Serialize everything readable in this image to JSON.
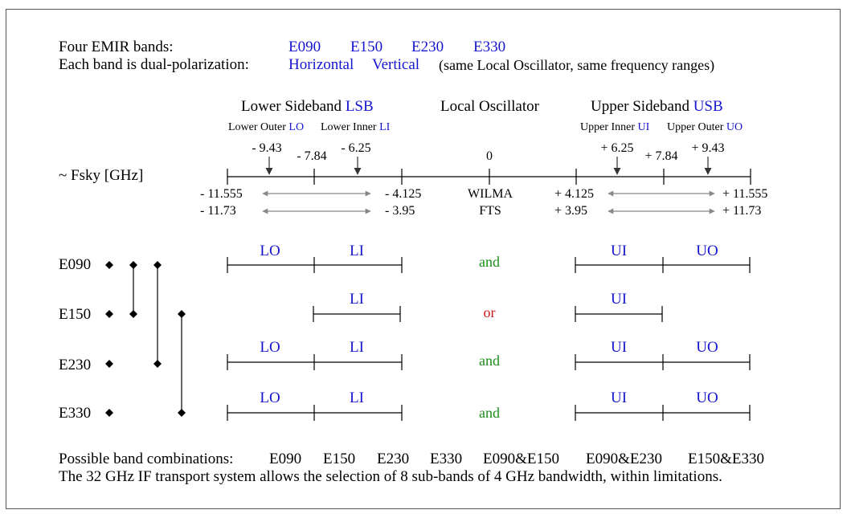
{
  "header": {
    "bands_label": "Four EMIR bands:",
    "bands": [
      "E090",
      "E150",
      "E230",
      "E330"
    ],
    "pol_label": "Each band is dual-polarization:",
    "pol_h": "Horizontal",
    "pol_v": "Vertical",
    "pol_note": "(same Local Oscillator, same frequency ranges)"
  },
  "axis": {
    "ylabel": "~ Fsky [GHz]",
    "lsb_title": "Lower Sideband",
    "lsb_abbr": "LSB",
    "lo_title": "Local Oscillator",
    "usb_title": "Upper Sideband",
    "usb_abbr": "USB",
    "lower_outer": "Lower Outer",
    "lower_outer_abbr": "LO",
    "lower_inner": "Lower Inner",
    "lower_inner_abbr": "LI",
    "upper_inner": "Upper Inner",
    "upper_inner_abbr": "UI",
    "upper_outer": "Upper Outer",
    "upper_outer_abbr": "UO",
    "tick_lo_center": "- 9.43",
    "tick_lsb_mid": "- 7.84",
    "tick_li_center": "- 6.25",
    "tick_zero": "0",
    "tick_ui_center": "+ 6.25",
    "tick_usb_mid": "+ 7.84",
    "tick_uo_center": "+ 9.43",
    "wilma_left_outer": "- 11.555",
    "wilma_left_inner": "- 4.125",
    "wilma_label": "WILMA",
    "wilma_right_inner": "+ 4.125",
    "wilma_right_outer": "+ 11.555",
    "fts_left_outer": "- 11.73",
    "fts_left_inner": "- 3.95",
    "fts_label": "FTS",
    "fts_right_inner": "+ 3.95",
    "fts_right_outer": "+ 11.73"
  },
  "bands_rows": [
    {
      "name": "E090",
      "left": [
        "LO",
        "LI"
      ],
      "connector": "and",
      "right": [
        "UI",
        "UO"
      ]
    },
    {
      "name": "E150",
      "left": [
        "LI"
      ],
      "connector": "or",
      "right": [
        "UI"
      ]
    },
    {
      "name": "E230",
      "left": [
        "LO",
        "LI"
      ],
      "connector": "and",
      "right": [
        "UI",
        "UO"
      ]
    },
    {
      "name": "E330",
      "left": [
        "LO",
        "LI"
      ],
      "connector": "and",
      "right": [
        "UI",
        "UO"
      ]
    }
  ],
  "colors": {
    "blue": "#1515d0",
    "green": "#1a8c1a",
    "red": "#d01a1a"
  },
  "footer": {
    "combos_label": "Possible band combinations:",
    "combos": [
      "E090",
      "E150",
      "E230",
      "E330",
      "E090&E150",
      "E090&E230",
      "E150&E330"
    ],
    "note": "The 32 GHz IF transport system allows the selection of 8 sub-bands of 4 GHz bandwidth, within limitations."
  }
}
